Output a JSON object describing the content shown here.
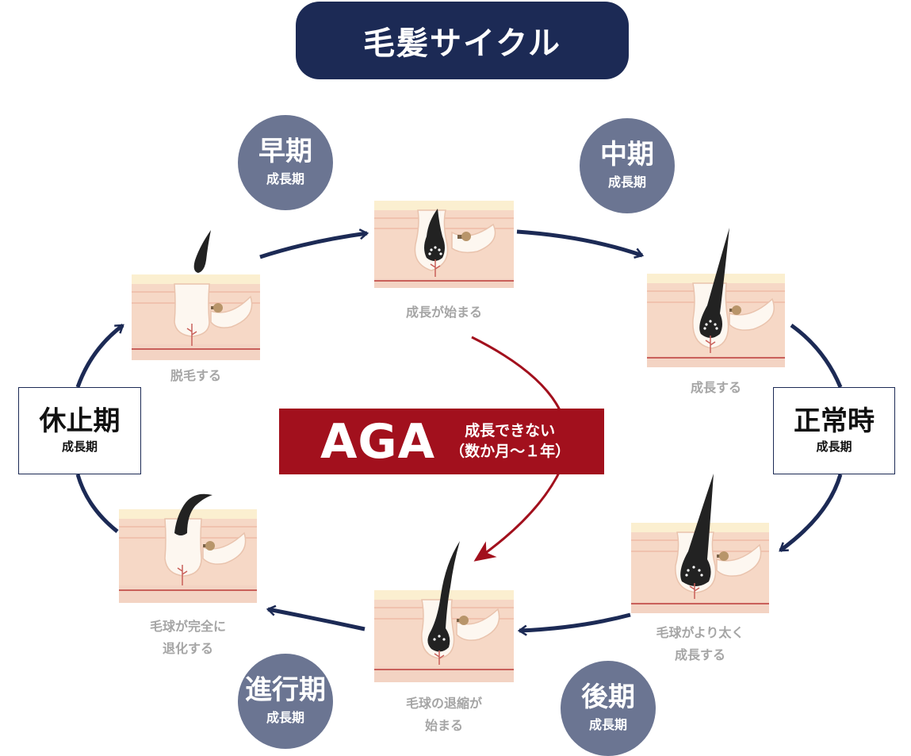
{
  "title": "毛髪サイクル",
  "phases": {
    "early": {
      "name": "早期",
      "sub": "成長期"
    },
    "middle": {
      "name": "中期",
      "sub": "成長期"
    },
    "normal": {
      "name": "正常時",
      "sub": "成長期"
    },
    "late": {
      "name": "後期",
      "sub": "成長期"
    },
    "progress": {
      "name": "進行期",
      "sub": "成長期"
    },
    "rest": {
      "name": "休止期",
      "sub": "成長期"
    }
  },
  "captions": {
    "start": "成長が始まる",
    "grow": "成長する",
    "thicker": [
      "毛球がより太く",
      "成長する"
    ],
    "shrink": [
      "毛球の退縮が",
      "始まる"
    ],
    "regress": [
      "毛球が完全に",
      "退化する"
    ],
    "shed": "脱毛する"
  },
  "aga": {
    "title": "AGA",
    "line1": "成長できない",
    "line2": "（数か月〜１年）"
  },
  "colors": {
    "navy": "#1c2a55",
    "circle": "#6b7592",
    "aga_red": "#a2101d",
    "caption_gray": "#a5a5a5",
    "skin": "#f6d8c6",
    "skin_line": "#c9605a"
  }
}
